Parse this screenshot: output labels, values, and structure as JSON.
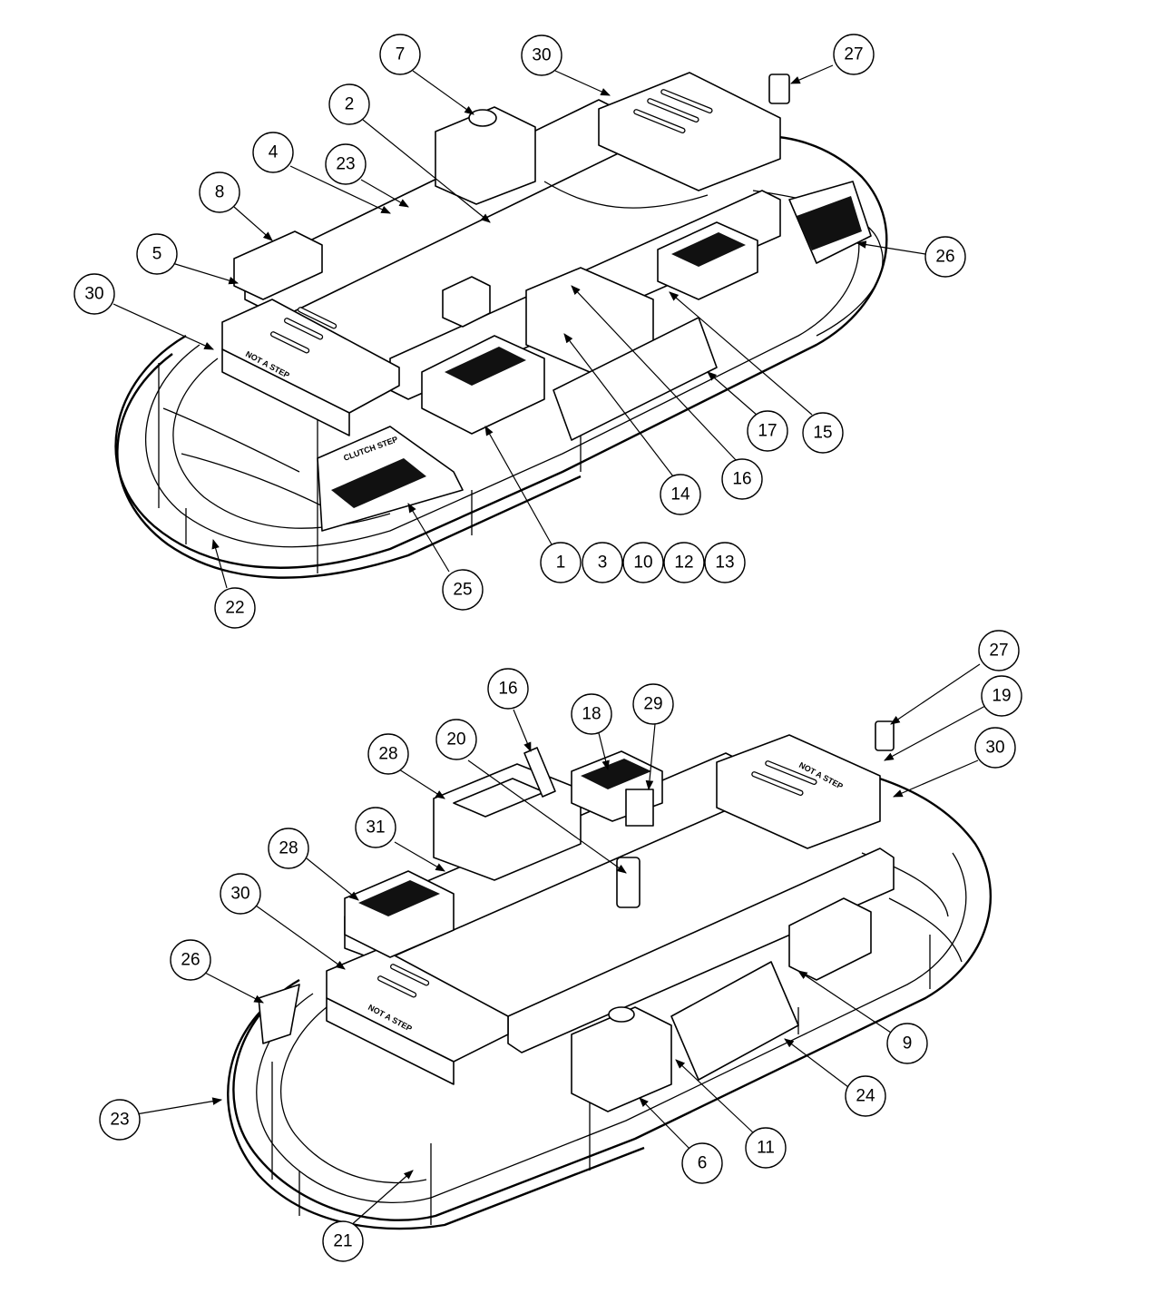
{
  "assembly_views": [
    {
      "view": "upper",
      "callouts": [
        "7",
        "30",
        "27",
        "2",
        "4",
        "23",
        "8",
        "5",
        "30",
        "26",
        "17",
        "15",
        "14",
        "16",
        "1",
        "3",
        "10",
        "12",
        "13",
        "25",
        "22"
      ],
      "decals": [
        "NOT A STEP",
        "CLUTCH STEP"
      ]
    },
    {
      "view": "lower",
      "callouts": [
        "27",
        "16",
        "18",
        "29",
        "19",
        "20",
        "28",
        "30",
        "31",
        "28",
        "30",
        "26",
        "9",
        "24",
        "23",
        "11",
        "6",
        "21"
      ],
      "decals": [
        "NOT A STEP",
        "NOT A STEP"
      ]
    }
  ]
}
